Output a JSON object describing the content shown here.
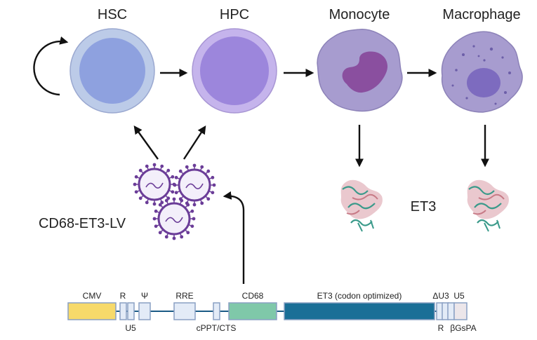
{
  "cells": {
    "hsc": {
      "label": "HSC",
      "fill_outer": "#bccbe8",
      "fill_inner": "#8ea1df"
    },
    "hpc": {
      "label": "HPC",
      "fill_outer": "#c5b4ec",
      "fill_inner": "#9c86dc"
    },
    "monocyte": {
      "label": "Monocyte",
      "fill": "#a79ccf",
      "nucleus": "#8a4f9f"
    },
    "macrophage": {
      "label": "Macrophage",
      "fill": "#a79ccf",
      "nucleus": "#7d6bbf"
    }
  },
  "vector_label": "CD68-ET3-LV",
  "protein_label": "ET3",
  "construct": {
    "segments": [
      {
        "label": "CMV",
        "color": "#f7da6a"
      },
      {
        "label": "R",
        "color": "#e3ebf7"
      },
      {
        "label": "U5",
        "color": "#e3ebf7"
      },
      {
        "label": "Ψ",
        "color": "#e3ebf7"
      },
      {
        "label": "RRE",
        "color": "#e3ebf7"
      },
      {
        "label": "cPPT/CTS",
        "color": "#e3ebf7"
      },
      {
        "label": "CD68",
        "color": "#7fc8a9"
      },
      {
        "label": "ET3 (codon optimized)",
        "color": "#1a6f97"
      },
      {
        "label": "ΔU3",
        "color": "#e3ebf7"
      },
      {
        "label": "R",
        "color": "#e3ebf7"
      },
      {
        "label": "U5",
        "color": "#e3ebf7"
      },
      {
        "label": "βGsPA",
        "color": "#ece6ea"
      }
    ]
  },
  "colors": {
    "arrow": "#111111",
    "line": "#1a5a85",
    "virus": "#6b3d98"
  }
}
